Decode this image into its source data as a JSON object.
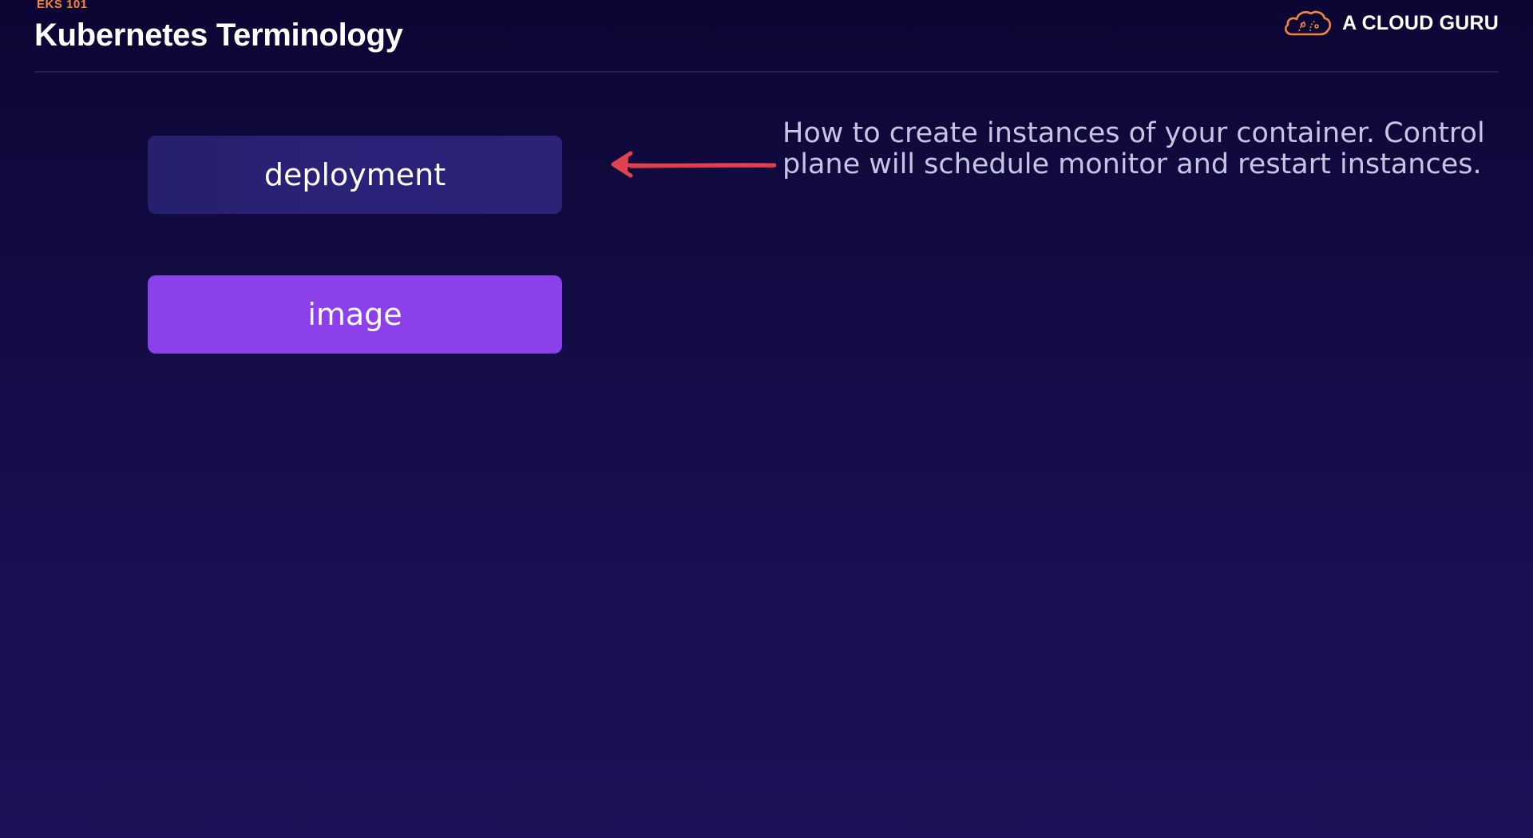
{
  "header": {
    "course_label": "EKS 101",
    "title": "Kubernetes Terminology",
    "brand_name": "A CLOUD GURU",
    "brand_icon": "cloud-logo-icon"
  },
  "terms": [
    {
      "label": "deployment",
      "color": "#2a2278"
    },
    {
      "label": "image",
      "color": "#8b40ea"
    }
  ],
  "definition": {
    "text": "How to create instances of your container. Control plane will schedule monitor and restart instances.",
    "arrow_icon": "left-arrow-icon",
    "arrow_color": "#e0424f"
  },
  "colors": {
    "accent_orange": "#f2873e",
    "background": "#130c44"
  }
}
